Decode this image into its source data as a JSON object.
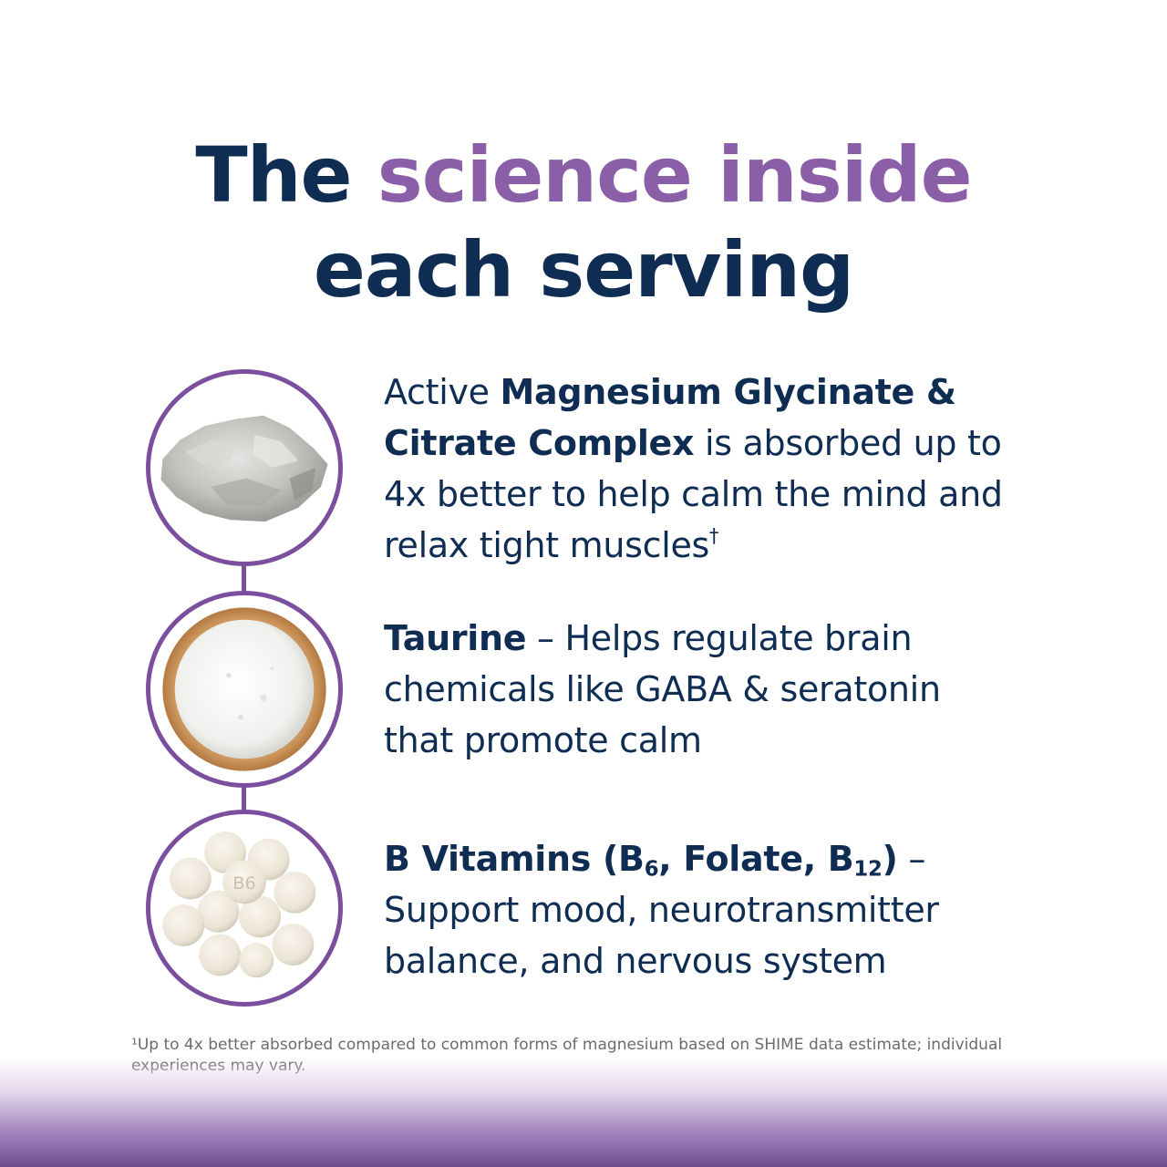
{
  "title": {
    "line1_plain": "The ",
    "line1_accent": "science inside",
    "line2": "each serving"
  },
  "colors": {
    "navy": "#0f2d52",
    "purple_accent": "#8a5fa8",
    "ring": "#7c4f9e"
  },
  "items": [
    {
      "icon": "mineral-rock-icon",
      "pre": "Active ",
      "bold": "Magnesium Glycinate & Citrate Complex",
      "post": " is absorbed up to 4x better to help calm the mind and relax tight muscles",
      "mark": "†"
    },
    {
      "icon": "powder-bowl-icon",
      "bold": "Taurine",
      "post": " – Helps regulate brain chemicals like GABA & seratonin that promote calm"
    },
    {
      "icon": "tablets-icon",
      "tablet_label": "B6",
      "bold_prefix": "B Vitamins (B",
      "sub1": "6",
      "bold_mid": ", Folate, B",
      "sub2": "12",
      "bold_suffix": ")",
      "post": " – Support mood, neurotransmitter balance, and nervous system"
    }
  ],
  "footnote": "¹Up to 4x better absorbed compared to common forms of magnesium based on SHIME data estimate; individual experiences may vary."
}
